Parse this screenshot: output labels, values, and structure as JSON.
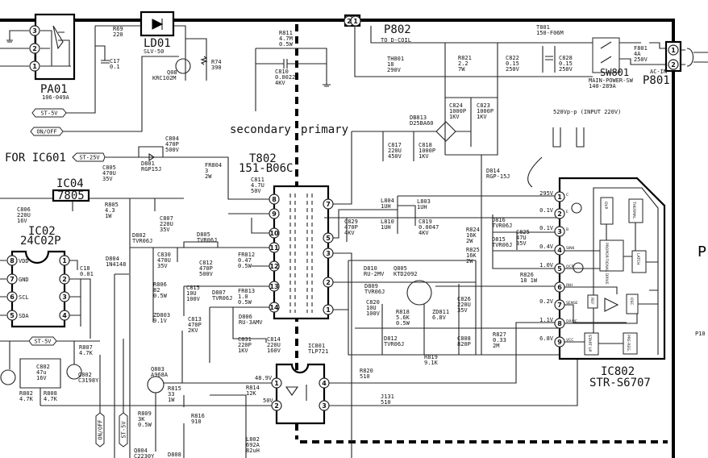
{
  "sections": {
    "secondary": "secondary",
    "primary": "primary",
    "for_ic601": "FOR IC601"
  },
  "tags": {
    "st5v_top": "ST-5V",
    "onoff_top": "ON/OFF",
    "st25v": "ST-25V",
    "st5v_bottom": "ST-5V",
    "onoff_vertical": "ON/OFF",
    "st5v_vertical": "ST-5V"
  },
  "waveform_note": "520Vp-p (INPUT 220V)",
  "big_labels": {
    "PA01": "PA01",
    "LD01": "LD01",
    "T802": "T802",
    "T802_part": "151-B06C",
    "IC04": "IC04",
    "IC04_part": "7805",
    "IC02": "IC02",
    "IC02_part": "24C02P",
    "P802": "P802",
    "SW801": "SW801",
    "P801": "P801",
    "IC802": "IC802",
    "IC802_part": "STR-S6707",
    "edge_P": "P"
  },
  "components": {
    "PA01_part": [
      "106-049A"
    ],
    "LD01_part": [
      "SLV-50"
    ],
    "R69": [
      "R69",
      "220"
    ],
    "C17": [
      "C17",
      "0.1"
    ],
    "Q08": [
      "Q08"
    ],
    "Q08_part": [
      "KRC102M"
    ],
    "R74": [
      "R74",
      "390"
    ],
    "R811": [
      "R811",
      "4.7M",
      "0.5W"
    ],
    "C810": [
      "C810",
      "0.0022",
      "4KV"
    ],
    "C804": [
      "C804",
      "470P",
      "500V"
    ],
    "D801": [
      "D801",
      "RGP15J"
    ],
    "FR804": [
      "FR804",
      "3",
      "2W"
    ],
    "C805": [
      "C805",
      "470U",
      "35V"
    ],
    "C806": [
      "C806",
      "220U",
      "16V"
    ],
    "R805": [
      "R805",
      "4.3",
      "1W"
    ],
    "C807": [
      "C807",
      "220U",
      "35V"
    ],
    "C811": [
      "C811",
      "4.7U",
      "50V"
    ],
    "C18": [
      "C18",
      "0.01"
    ],
    "D802": [
      "D802",
      "TVR06J"
    ],
    "D805": [
      "D805",
      "TVR06J"
    ],
    "C830": [
      "C830",
      "470U",
      "35V"
    ],
    "C812": [
      "C812",
      "470P",
      "500V"
    ],
    "FR812": [
      "FR812",
      "0.47",
      "0.5W"
    ],
    "D804": [
      "D804",
      "1N4148"
    ],
    "R806": [
      "R806",
      "82",
      "0.5W"
    ],
    "C815": [
      "C815",
      "10U",
      "100V"
    ],
    "D807": [
      "D807",
      "TVR06J"
    ],
    "FR813": [
      "FR813",
      "1.0",
      "0.5W"
    ],
    "ZD803": [
      "ZD803",
      "9.1V"
    ],
    "C813": [
      "C813",
      "470P",
      "2KV"
    ],
    "D806": [
      "D806",
      "RU-3AMV"
    ],
    "C831": [
      "C831",
      "220P",
      "1KV"
    ],
    "C814": [
      "C814",
      "220U",
      "160V"
    ],
    "IC801": [
      "IC801",
      "TLP721"
    ],
    "R814": [
      "R814",
      "12K"
    ],
    "Q803": [
      "Q803",
      "A968A"
    ],
    "R815": [
      "R815",
      "33",
      "1W"
    ],
    "R809": [
      "R809",
      "3K",
      "0.5W"
    ],
    "R816": [
      "R816",
      "910"
    ],
    "L802": [
      "L802",
      "692A",
      "82uH"
    ],
    "Q804": [
      "Q804",
      "C2230Y"
    ],
    "D808": [
      "D808"
    ],
    "R807": [
      "R807",
      "4.7K"
    ],
    "C802": [
      "C802",
      "47u",
      "16V"
    ],
    "Q802": [
      "Q802",
      "C3198Y"
    ],
    "R802": [
      "R802",
      "4.7K"
    ],
    "R808": [
      "R808",
      "4.7K"
    ],
    "TO_DCOIL": [
      "TO D-COIL"
    ],
    "TH801": [
      "TH801",
      "18",
      "290V"
    ],
    "R821": [
      "R821",
      "2.2",
      "7W"
    ],
    "C822": [
      "C822",
      "0.15",
      "250V"
    ],
    "T801": [
      "T801",
      "150-F06M"
    ],
    "C828": [
      "C828",
      "0.15",
      "250V"
    ],
    "SW801_part": [
      "MAIN-POWER-SW",
      "140-289A"
    ],
    "F801": [
      "F801",
      "4A",
      "250V"
    ],
    "AC_IN": [
      "AC-IN"
    ],
    "C824": [
      "C824",
      "1000P",
      "1KV"
    ],
    "C823": [
      "C823",
      "1000P",
      "1KV"
    ],
    "DB813": [
      "DB813",
      "D25BA60"
    ],
    "C817": [
      "C817",
      "220U",
      "450V"
    ],
    "C818": [
      "C818",
      "1000P",
      "1KV"
    ],
    "D814": [
      "D814",
      "RGP-15J"
    ],
    "L804": [
      "L804",
      "1UH"
    ],
    "L803": [
      "L803",
      "1UH"
    ],
    "L810": [
      "L810",
      "1UH"
    ],
    "C819": [
      "C819",
      "0.0047",
      "4KV"
    ],
    "C829": [
      "C829",
      "470P",
      "4KV"
    ],
    "D816": [
      "D816",
      "TVR06J"
    ],
    "D815": [
      "D815",
      "TVR06J"
    ],
    "C825": [
      "C825",
      "47U",
      "35V"
    ],
    "R824": [
      "R824",
      "16K",
      "2W"
    ],
    "R825": [
      "R825",
      "16K",
      "2W"
    ],
    "R826": [
      "R826",
      "18 1W"
    ],
    "D810": [
      "D810",
      "RU-2MV"
    ],
    "D809": [
      "D809",
      "TVR06J"
    ],
    "Q805": [
      "Q805",
      "KTD2092"
    ],
    "C820": [
      "C820",
      "10U",
      "100V"
    ],
    "R818": [
      "R818",
      "5.6K",
      "0.5W"
    ],
    "ZD811": [
      "ZD811",
      "6.8V"
    ],
    "C826": [
      "C826",
      "220U",
      "35V"
    ],
    "C808": [
      "C808",
      "820P"
    ],
    "R827": [
      "R827",
      "0.33",
      "2M"
    ],
    "D812": [
      "D812",
      "TVR06J"
    ],
    "R819": [
      "R819",
      "9.1K"
    ],
    "R820": [
      "R820",
      "510"
    ],
    "J131": [
      "J131",
      "510"
    ],
    "V489": [
      "48.9V"
    ],
    "V50": [
      "50V"
    ],
    "P10": [
      "P10"
    ]
  },
  "ic802": {
    "pins": [
      {
        "num": "1",
        "voltage": "295V",
        "name": "C"
      },
      {
        "num": "2",
        "voltage": "0.1V",
        "name": "E"
      },
      {
        "num": "3",
        "voltage": "0.1V",
        "name": "B"
      },
      {
        "num": "4",
        "voltage": "0.4V",
        "name": "SINK"
      },
      {
        "num": "5",
        "voltage": "1.0V",
        "name": "OCP"
      },
      {
        "num": "6",
        "voltage": "",
        "name": "INH"
      },
      {
        "num": "7",
        "voltage": "0.2V",
        "name": "SENSE"
      },
      {
        "num": "8",
        "voltage": "1.1V",
        "name": "DRIVE"
      },
      {
        "num": "9",
        "voltage": "6.8V",
        "name": "VCC"
      }
    ],
    "blocks": {
      "ovp": "OVP",
      "thermal": "THERMAL",
      "drive": "PROPOR-TIONAL DRIVE",
      "latch": "LATCH",
      "ref": "REF",
      "osc": "OSC",
      "startup": "START UP",
      "prereg": "PRE-REG."
    }
  },
  "t802_pins": {
    "left": [
      "8",
      "9",
      "10",
      "11",
      "12",
      "13",
      "14"
    ],
    "right": [
      "7",
      "5",
      "3",
      "2",
      "1"
    ]
  },
  "ic02_pins": {
    "left": [
      "8",
      "7",
      "6",
      "5"
    ],
    "left_names": [
      "VDD",
      "GND",
      "SCL",
      "SDA"
    ],
    "right": [
      "1",
      "2",
      "3",
      "4"
    ]
  },
  "pa01_pins": [
    "3",
    "2",
    "1"
  ],
  "ic801_pins": [
    "1",
    "2",
    "4",
    "3"
  ],
  "connector_pins": {
    "p802": [
      "2",
      "1"
    ],
    "p801": [
      "1",
      "2"
    ]
  },
  "colors": {
    "ink": "#111111",
    "background": "#ffffff"
  }
}
